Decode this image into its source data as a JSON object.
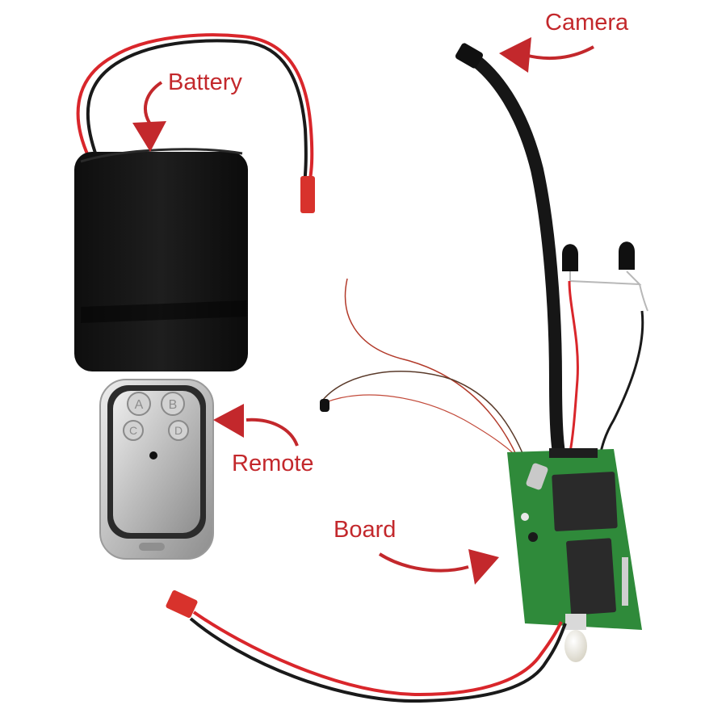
{
  "colors": {
    "label": "#c3282c",
    "arrow": "#c3282c",
    "wire_red": "#d9262b",
    "wire_black": "#1a1a1a",
    "battery": "#141414",
    "pcb": "#2f8a3a",
    "chip": "#2a2a2a",
    "connector": "#d8322c",
    "remote_silver": "#c7c7c7",
    "remote_dark": "#2b2b2b"
  },
  "labels": {
    "camera": "Camera",
    "battery": "Battery",
    "remote": "Remote",
    "board": "Board"
  },
  "icons": {
    "camera": "camera-module",
    "battery": "battery-pack",
    "remote": "key-fob-remote",
    "board": "circuit-board"
  },
  "remote_buttons": [
    "A",
    "B",
    "C",
    "D"
  ]
}
